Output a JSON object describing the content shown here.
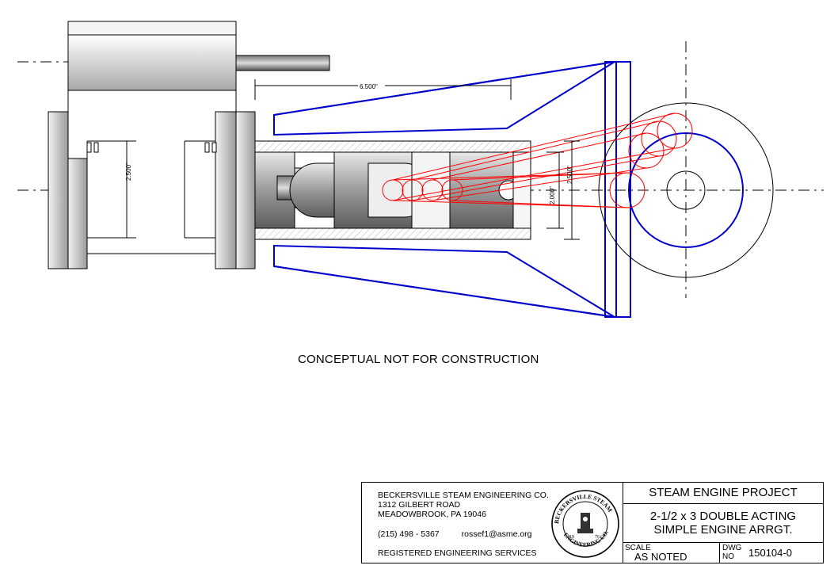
{
  "drawing": {
    "dimensions": {
      "stroke_length": "6.500\"",
      "cylinder_bore_left": "2.500\"",
      "piston_dia": "2.000\"",
      "crosshead_guide": "2.500\""
    },
    "note": "CONCEPTUAL  NOT FOR CONSTRUCTION",
    "colors": {
      "frame": "#0000cc",
      "crank_path": "#ff0000",
      "hatch": "#c8c8c8"
    }
  },
  "title_block": {
    "company": "BECKERSVILLE STEAM ENGINEERING CO.",
    "street": "1312 GILBERT ROAD",
    "city": "MEADOWBROOK, PA 19046",
    "phone": "(215) 498 - 5367",
    "email": "rossef1@asme.org",
    "services": "REGISTERED ENGINEERING SERVICES",
    "seal": {
      "ring_text": "BECKERSVILLE STEAM ENGINEERING CO.",
      "year_left": "19",
      "year_right": "76"
    },
    "project": "STEAM ENGINE PROJECT",
    "desc_line1": "2-1/2 x 3 DOUBLE ACTING",
    "desc_line2": "SIMPLE ENGINE ARRGT.",
    "scale_label": "SCALE",
    "scale_value": "AS NOTED",
    "dwg_label_1": "DWG",
    "dwg_label_2": "NO",
    "dwg_value": "150104-0"
  }
}
